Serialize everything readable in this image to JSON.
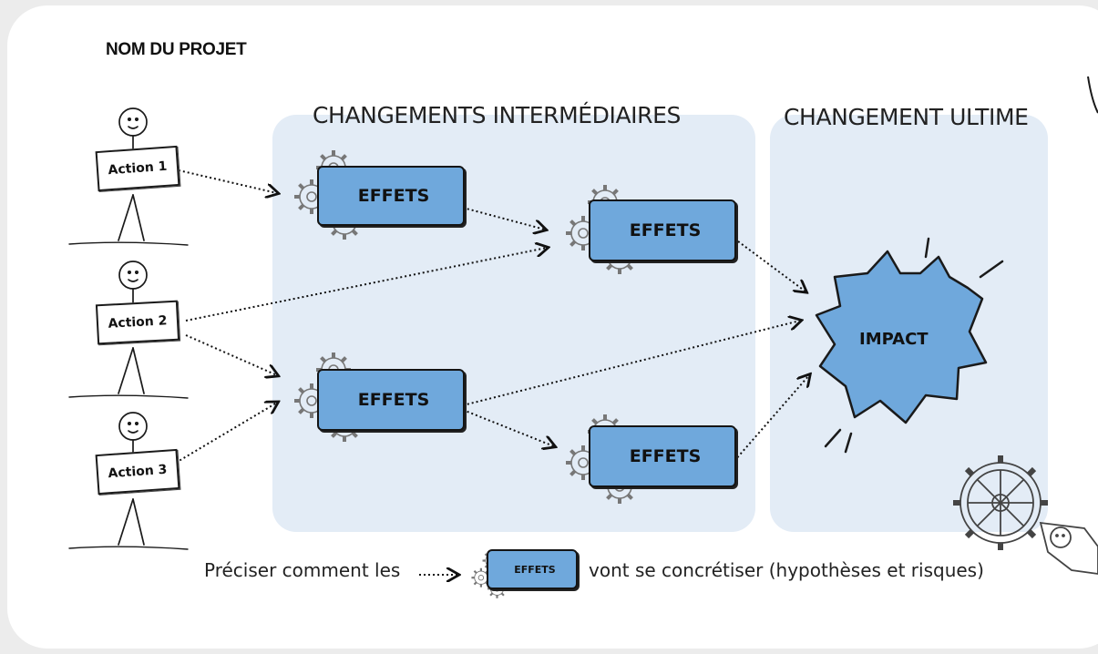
{
  "project_title": "NOM DU PROJET",
  "zones": {
    "intermediate": "CHANGEMENTS INTERMÉDIAIRES",
    "ultimate": "CHANGEMENT ULTIME"
  },
  "actions": [
    "Action 1",
    "Action 2",
    "Action 3"
  ],
  "effects_label": "EFFETS",
  "impact_label": "IMPACT",
  "legend": {
    "before": "Préciser comment les",
    "box_label": "EFFETS",
    "after": "vont se concrétiser (hypothèses et risques)"
  },
  "colors": {
    "zone_fill": "#e3ecf6",
    "effect_fill": "#6fa8dc",
    "impact_fill": "#6fa8dc",
    "card_bg": "#ffffff",
    "page_bg": "#ececec"
  },
  "icons": [
    "stick-figure-icon",
    "gear-icon",
    "speech-bubble-icon",
    "gear-wheel-icon"
  ]
}
